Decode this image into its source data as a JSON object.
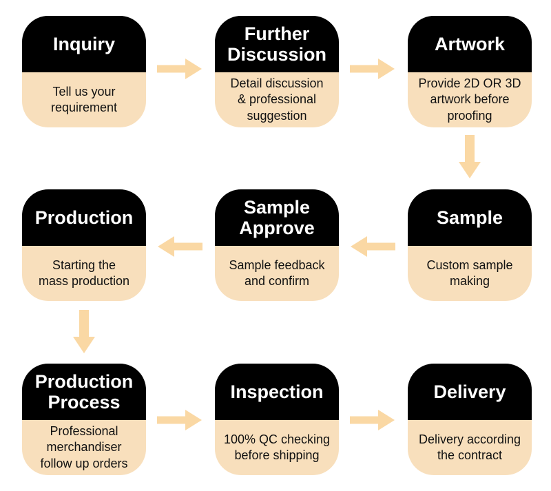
{
  "diagram_title": "order-process-flow",
  "colors": {
    "header_bg": "#000000",
    "header_text": "#ffffff",
    "body_bg": "#f8dfbc",
    "body_text": "#111111",
    "arrow": "#fad8a4",
    "background": "#ffffff"
  },
  "steps": [
    {
      "title": "Inquiry",
      "desc": "Tell us your\nrequirement"
    },
    {
      "title": "Further\nDiscussion",
      "desc": "Detail discussion\n& professional\nsuggestion"
    },
    {
      "title": "Artwork",
      "desc": "Provide 2D OR 3D\nartwork before\nproofing"
    },
    {
      "title": "Sample",
      "desc": "Custom sample\nmaking"
    },
    {
      "title": "Sample\nApprove",
      "desc": "Sample feedback\nand confirm"
    },
    {
      "title": "Production",
      "desc": "Starting the\nmass production"
    },
    {
      "title": "Production\nProcess",
      "desc": "Professional\nmerchandiser\nfollow up orders"
    },
    {
      "title": "Inspection",
      "desc": "100% QC checking\nbefore shipping"
    },
    {
      "title": "Delivery",
      "desc": "Delivery according\nthe contract"
    }
  ]
}
